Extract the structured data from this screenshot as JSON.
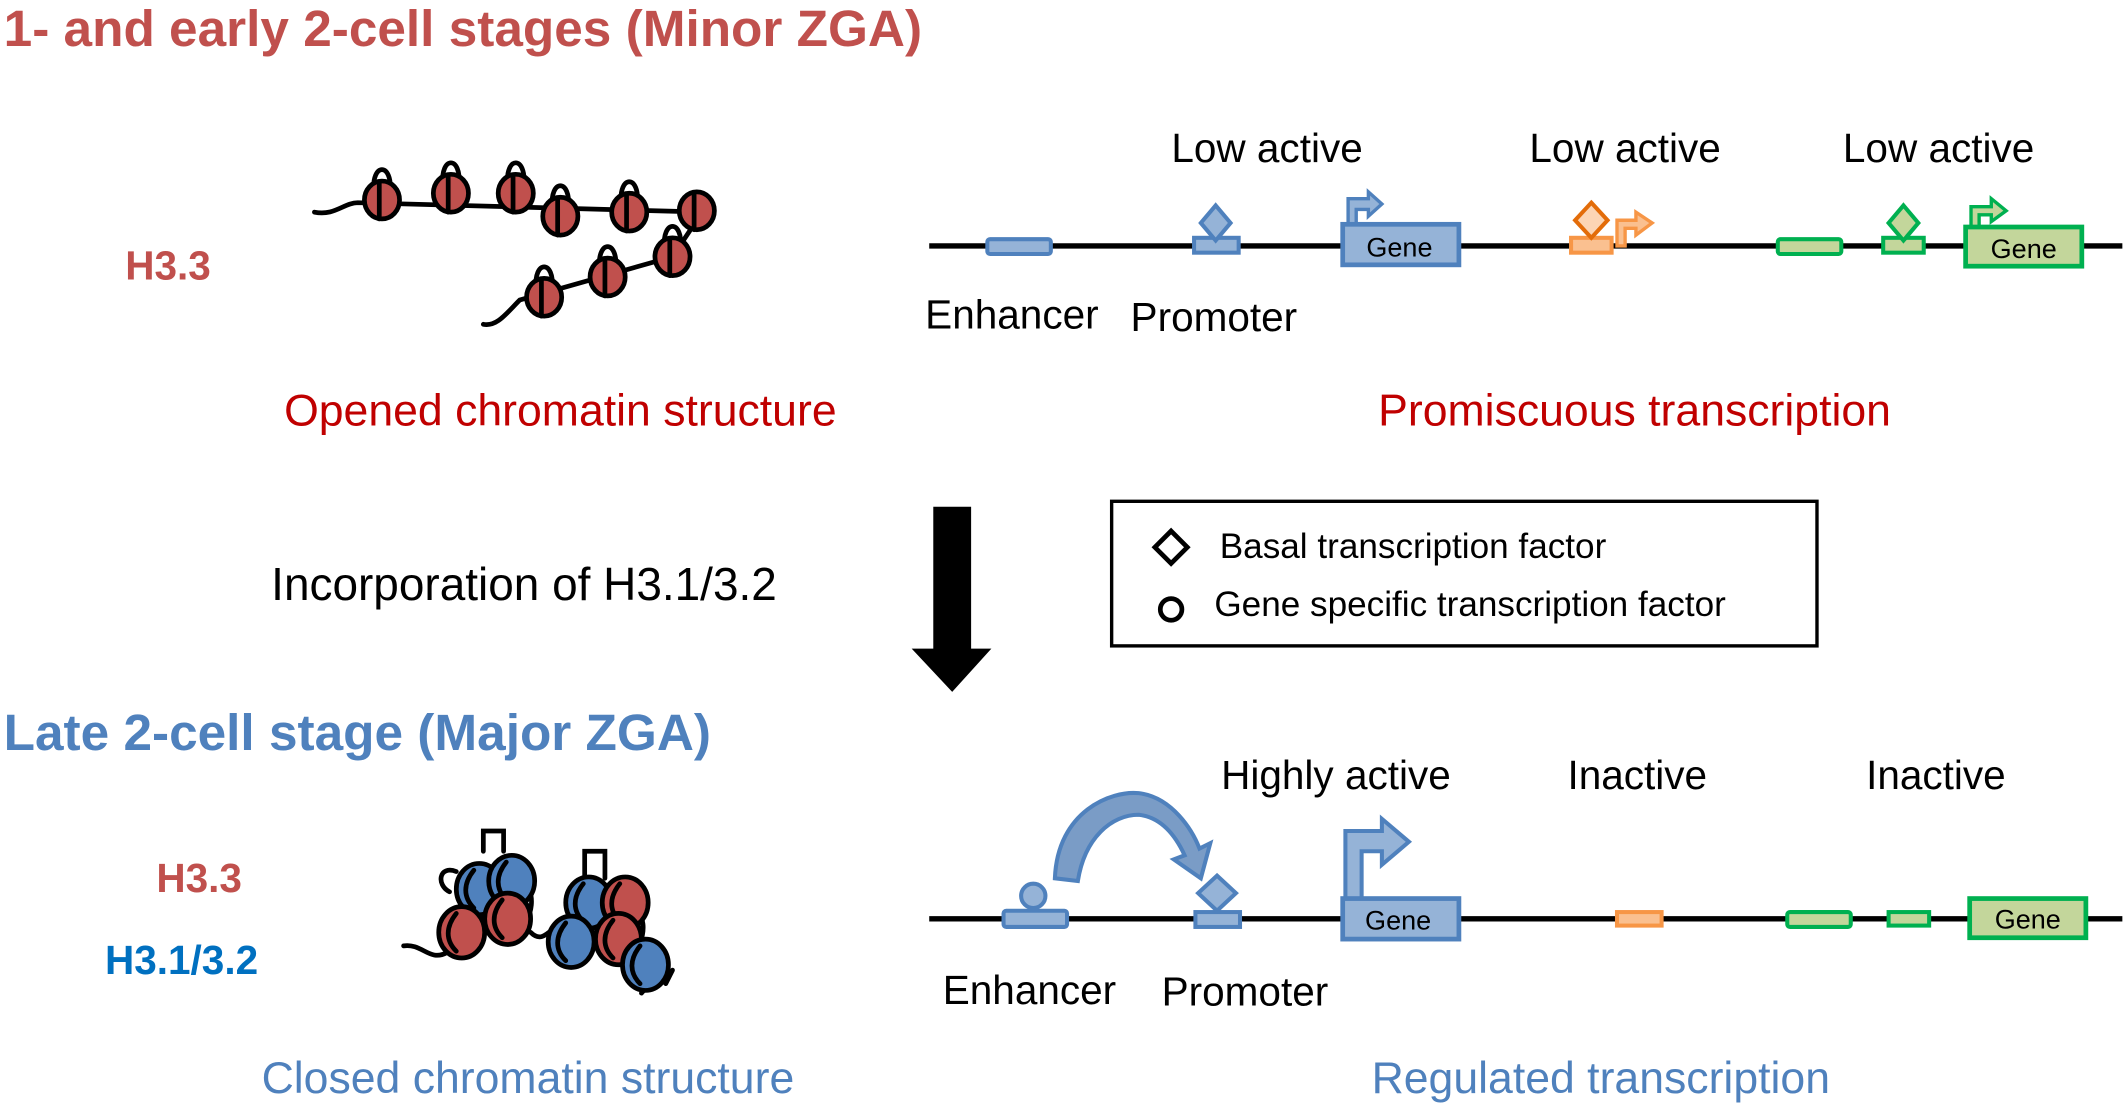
{
  "colors": {
    "minor_title": "#c0504d",
    "major_title": "#4f81bd",
    "h33": "#c0504d",
    "h31": "#0070c0",
    "dark_red_caption": "#c00000",
    "blue_caption": "#4f81bd",
    "blue_element": "#4f81bd",
    "blue_fill": "#95b3d7",
    "orange_element": "#f79646",
    "orange_dark": "#e36c09",
    "green_element": "#00b050",
    "green_fill": "#c3d69b",
    "nucleosome_red": "#c0504d",
    "nucleosome_blue": "#4f81bd"
  },
  "top_section": {
    "title": "1- and early 2-cell stages (Minor ZGA)",
    "histone_label": "H3.3",
    "chromatin_caption": "Opened chromatin structure",
    "transcription_caption": "Promiscuous transcription",
    "activity_labels": [
      "Low active",
      "Low active",
      "Low active"
    ],
    "enhancer_label": "Enhancer",
    "promoter_label": "Promoter",
    "gene_labels": [
      "Gene",
      "Gene"
    ]
  },
  "transition": {
    "label": "Incorporation of H3.1/3.2",
    "arrow_icon": "down-arrow-icon"
  },
  "legend": {
    "items": [
      {
        "icon": "diamond-icon",
        "label": "Basal transcription factor"
      },
      {
        "icon": "circle-icon",
        "label": "Gene specific transcription factor"
      }
    ]
  },
  "bottom_section": {
    "title": "Late 2-cell stage (Major ZGA)",
    "histone_labels": [
      "H3.3",
      "H3.1/3.2"
    ],
    "chromatin_caption": "Closed chromatin structure",
    "transcription_caption": "Regulated transcription",
    "activity_labels": [
      "Highly active",
      "Inactive",
      "Inactive"
    ],
    "enhancer_label": "Enhancer",
    "promoter_label": "Promoter",
    "gene_labels": [
      "Gene",
      "Gene"
    ]
  }
}
